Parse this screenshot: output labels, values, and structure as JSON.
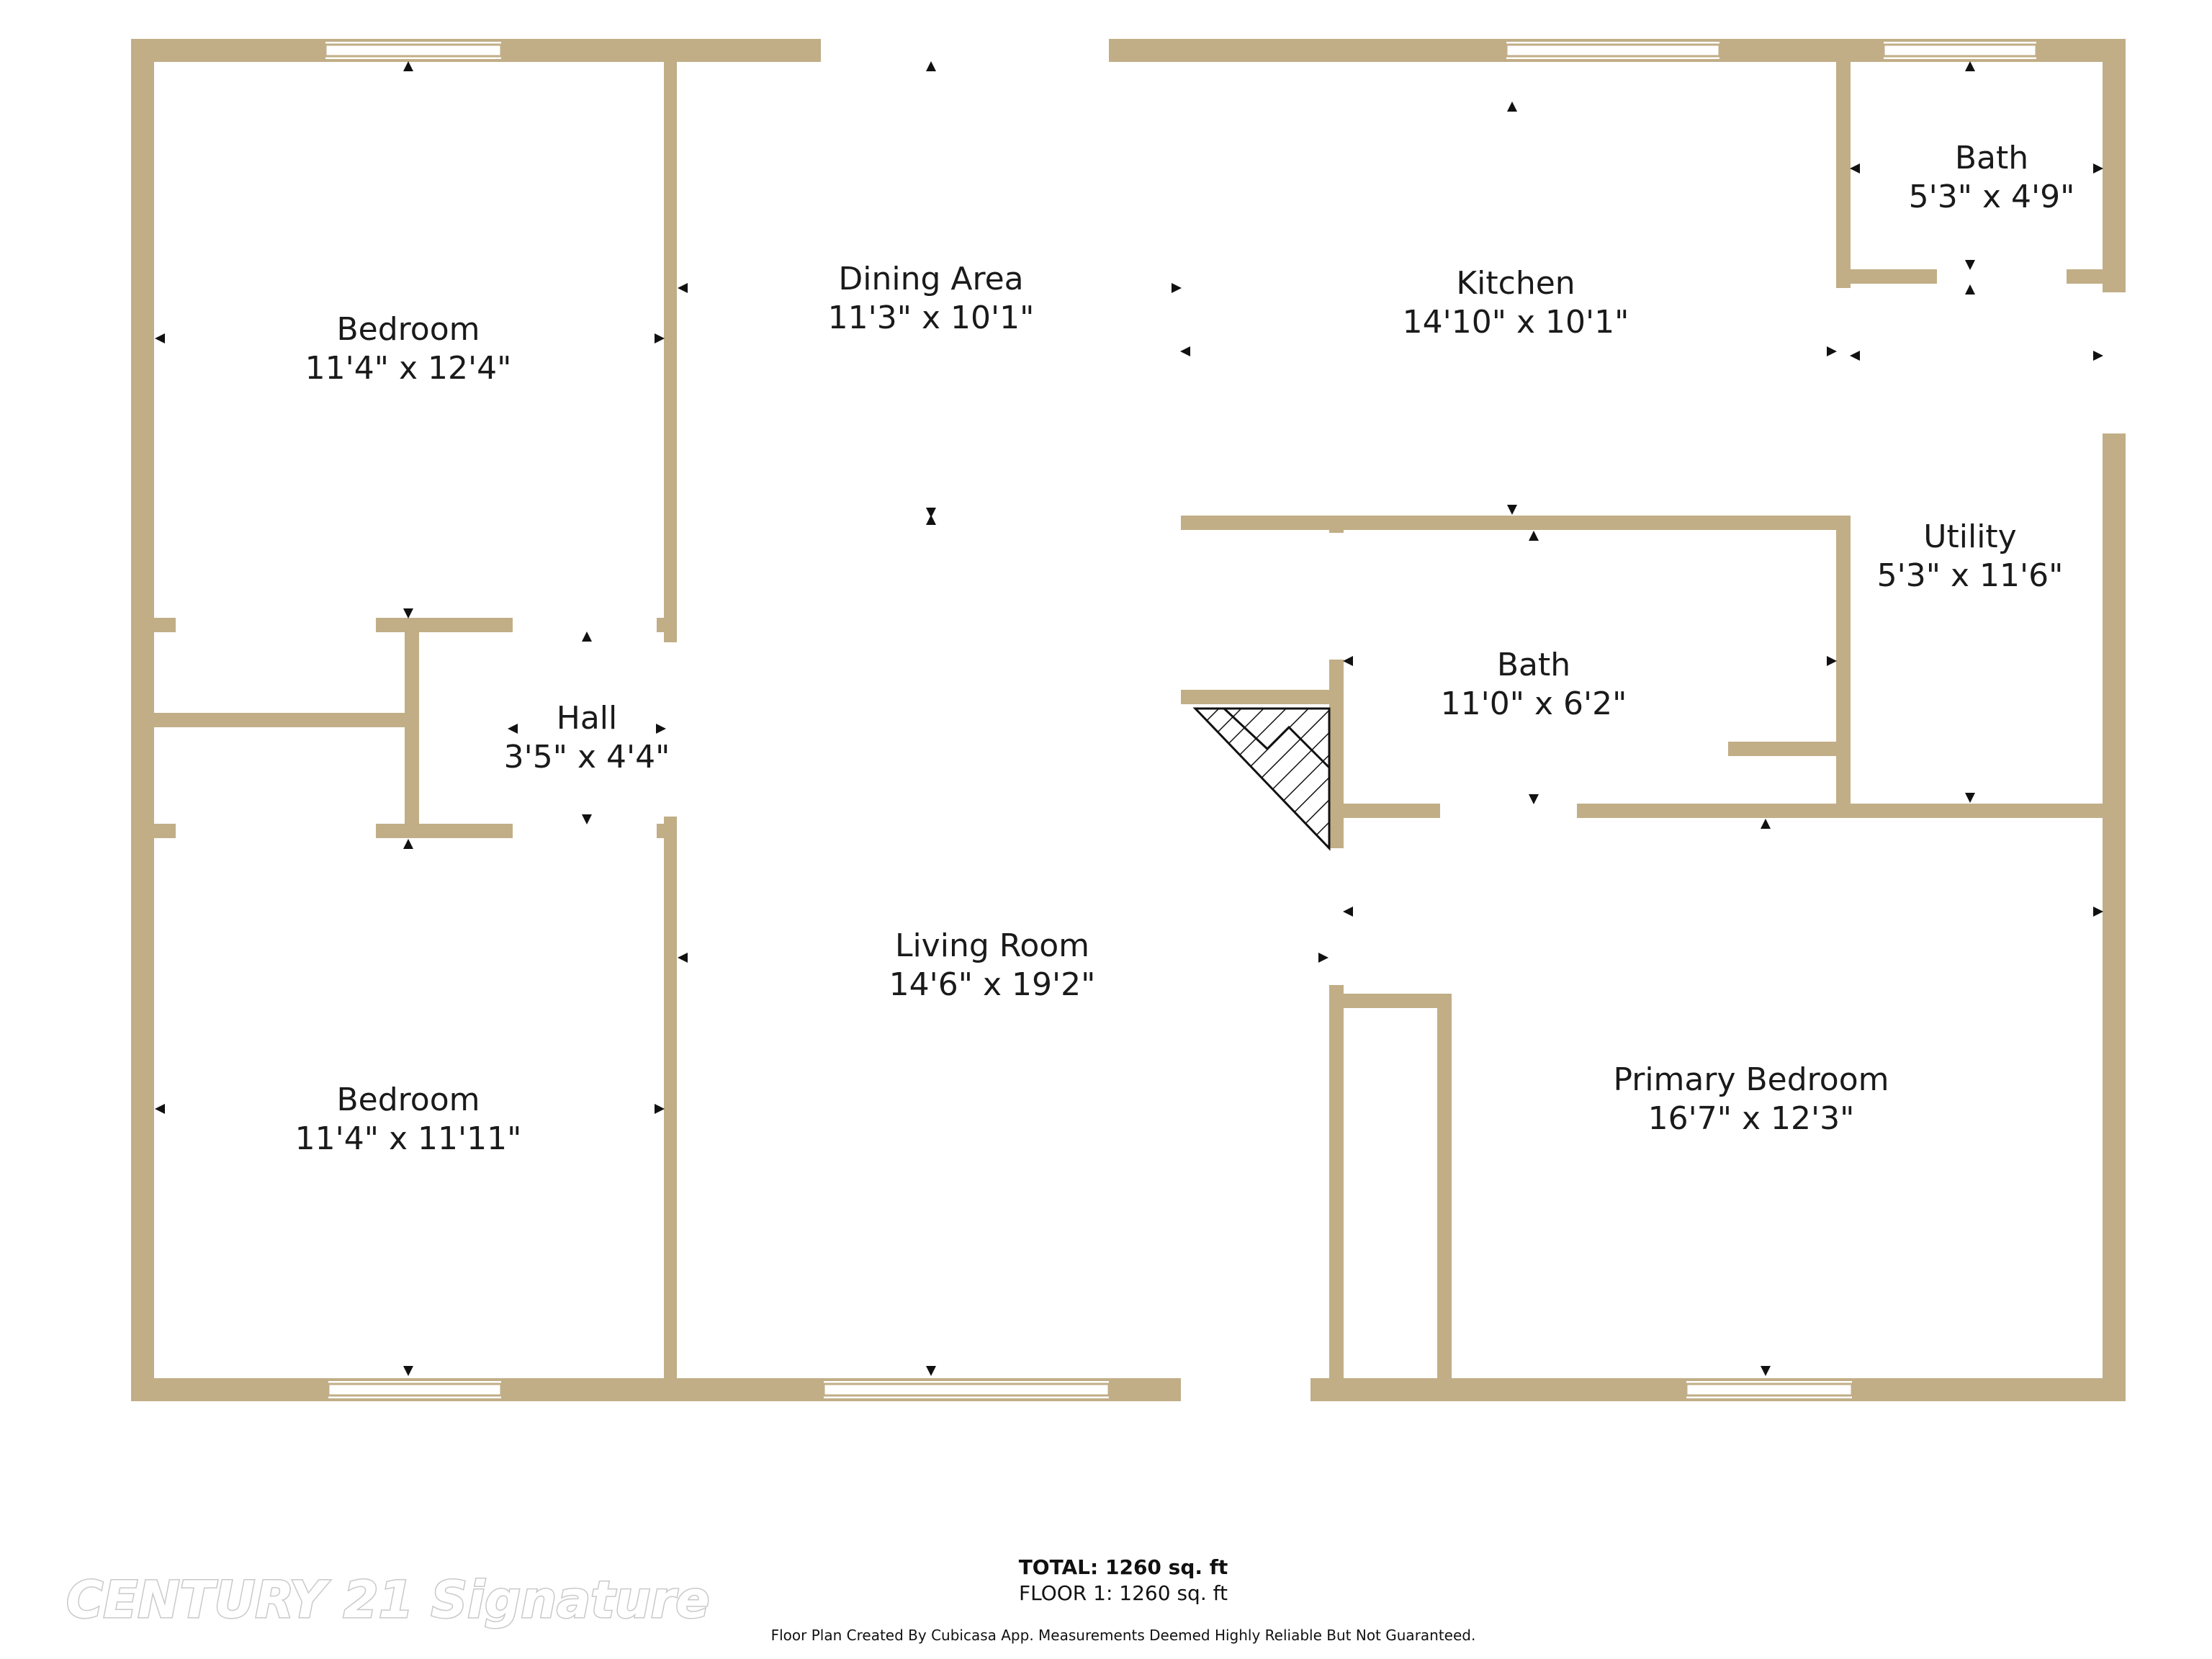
{
  "colors": {
    "wall": "#c1ae87",
    "background": "#ffffff",
    "text": "#1a1a1a",
    "marker": "#111111"
  },
  "rooms": [
    {
      "name": "Bedroom",
      "size": "11'4\" x 12'4\""
    },
    {
      "name": "Bedroom",
      "size": "11'4\" x 11'11\""
    },
    {
      "name": "Hall",
      "size": "3'5\" x 4'4\""
    },
    {
      "name": "Dining Area",
      "size": "11'3\" x 10'1\""
    },
    {
      "name": "Living Room",
      "size": "14'6\" x 19'2\""
    },
    {
      "name": "Kitchen",
      "size": "14'10\" x 10'1\""
    },
    {
      "name": "Bath",
      "size": "5'3\" x 4'9\""
    },
    {
      "name": "Utility",
      "size": "5'3\" x 11'6\""
    },
    {
      "name": "Bath",
      "size": "11'0\" x 6'2\""
    },
    {
      "name": "Primary Bedroom",
      "size": "16'7\" x 12'3\""
    }
  ],
  "totals": {
    "total": "TOTAL: 1260 sq. ft",
    "floor": "FLOOR 1: 1260 sq. ft"
  },
  "disclaimer": "Floor Plan Created By Cubicasa App. Measurements Deemed Highly Reliable But Not Guaranteed.",
  "watermark": "CENTURY 21 Signature"
}
